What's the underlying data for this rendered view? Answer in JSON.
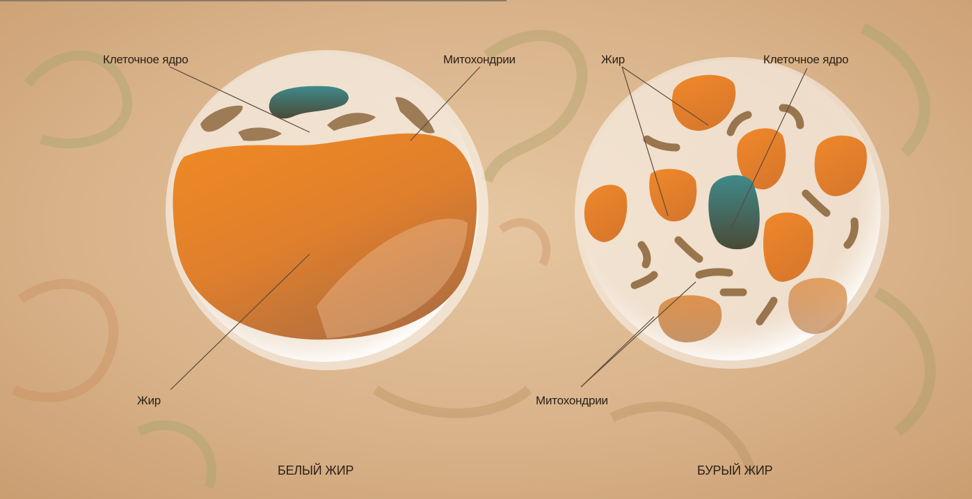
{
  "white_fat": {
    "caption": "БЕЛЫЙ ЖИР",
    "labels": {
      "nucleus": "Клеточное ядро",
      "mitochondria": "Митохондрии",
      "fat": "Жир"
    }
  },
  "brown_fat": {
    "caption": "БУРЫЙ ЖИР",
    "labels": {
      "fat": "Жир",
      "nucleus": "Клеточное ядро",
      "mitochondria": "Митохондрии"
    }
  },
  "colors": {
    "fat_orange": "#ec8a2c",
    "nucleus_teal": "#3f7f80",
    "mitochondria_brown": "#8f6a40",
    "background": "#d9b48c"
  }
}
